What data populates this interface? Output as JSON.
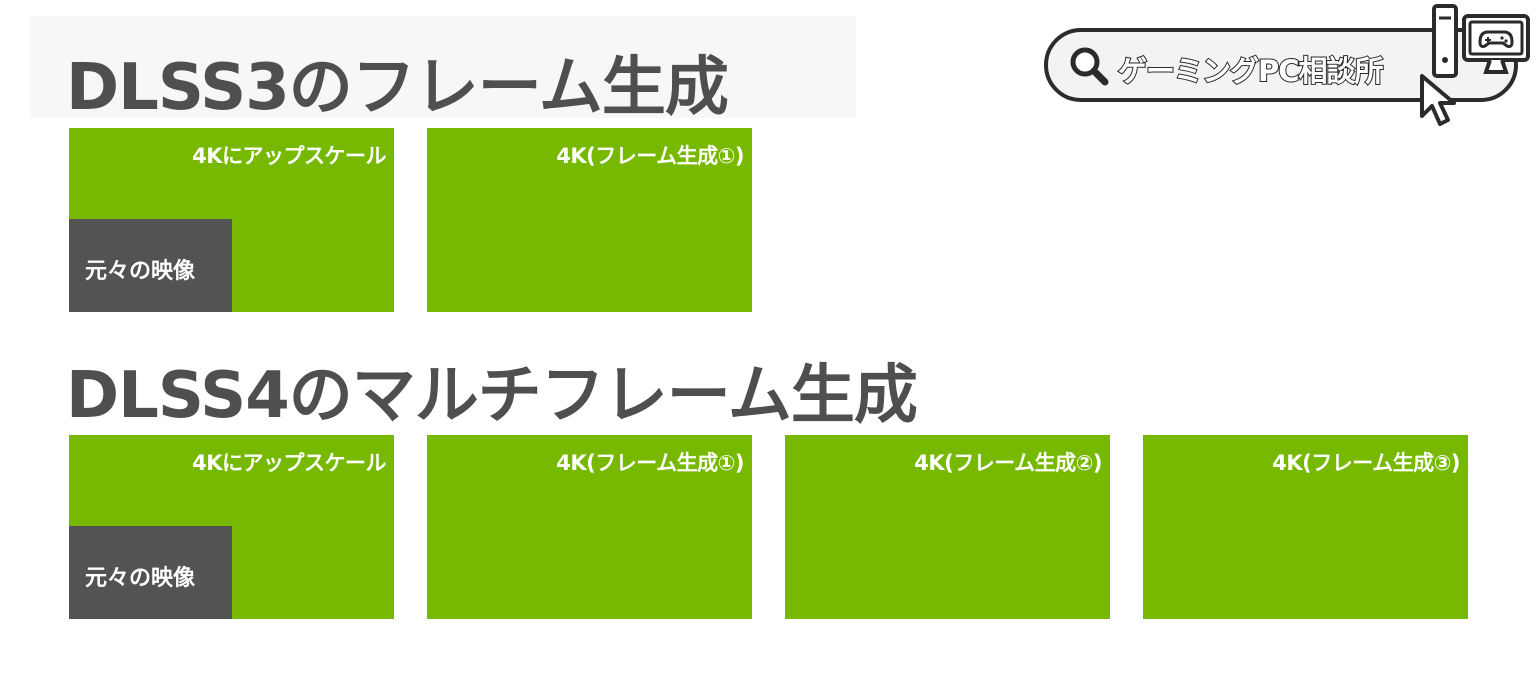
{
  "logo": {
    "text": "ゲーミングPC相談所",
    "search_icon": "search-icon",
    "pc_icon": "gaming-pc-icon",
    "cursor_icon": "cursor-icon"
  },
  "sections": [
    {
      "title": "DLSS3のフレーム生成",
      "frames": [
        {
          "label": "4Kにアップスケール",
          "inset": "元々の映像"
        },
        {
          "label": "4K(フレーム生成①)"
        }
      ]
    },
    {
      "title": "DLSS4のマルチフレーム生成",
      "frames": [
        {
          "label": "4Kにアップスケール",
          "inset": "元々の映像"
        },
        {
          "label": "4K(フレーム生成①)"
        },
        {
          "label": "4K(フレーム生成②)"
        },
        {
          "label": "4K(フレーム生成③)"
        }
      ]
    }
  ],
  "colors": {
    "frame_green": "#76b900",
    "inset_gray": "#535353",
    "title_gray": "#4f4f4f"
  }
}
